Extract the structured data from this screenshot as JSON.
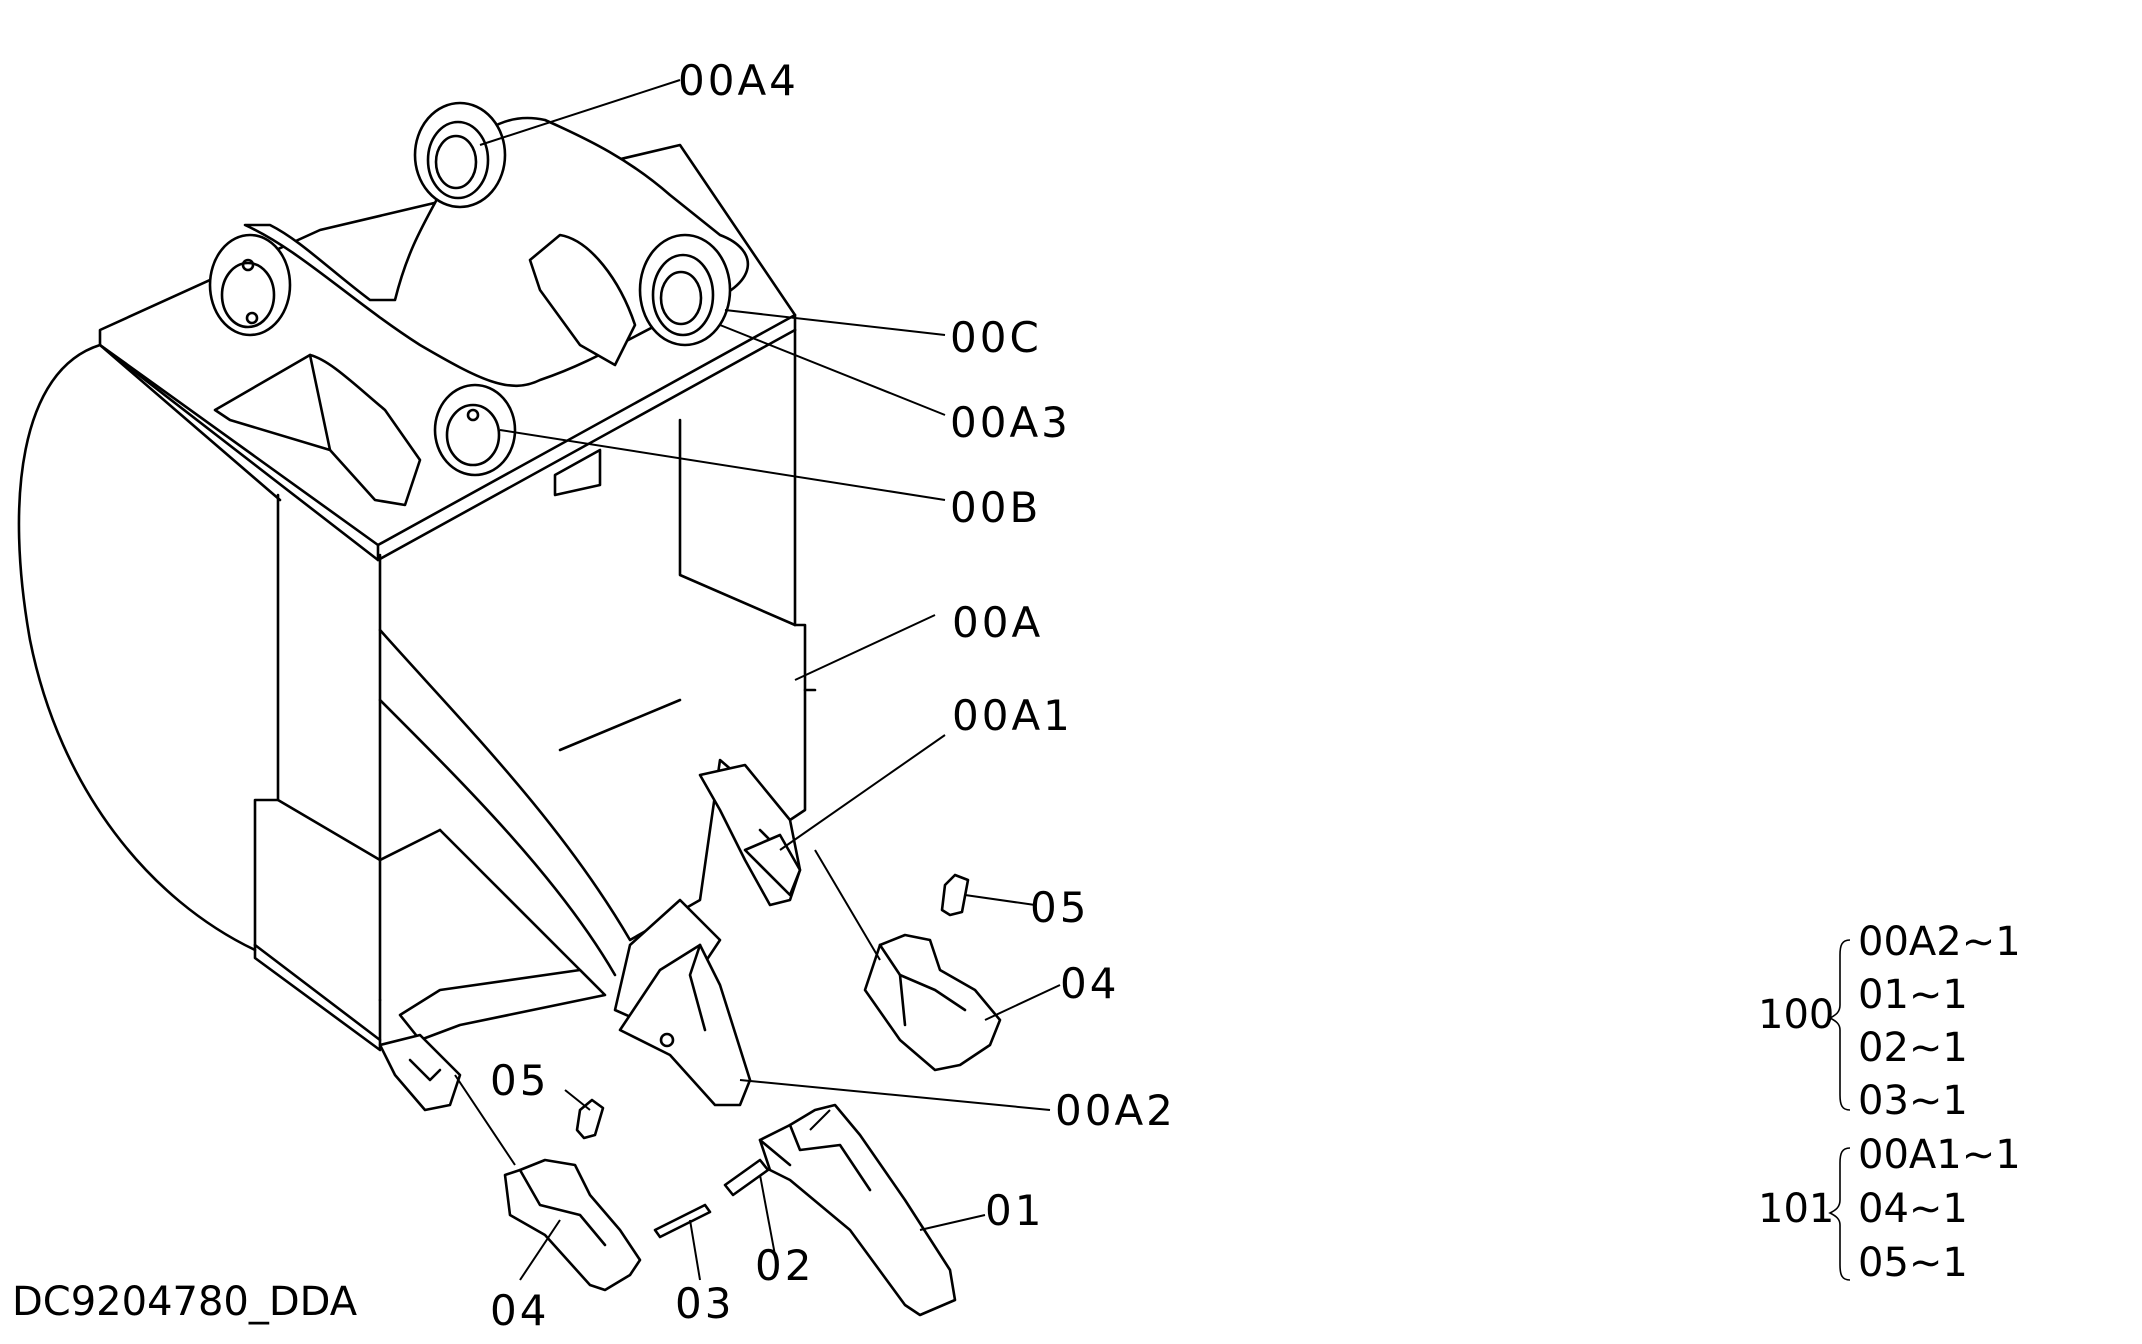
{
  "document_id": "DC9204780_DDA",
  "callouts": {
    "c00A4": "00A4",
    "c00C": "00C",
    "c00A3": "00A3",
    "c00B": "00B",
    "c00A": "00A",
    "c00A1": "00A1",
    "c05a": "05",
    "c04a": "04",
    "c00A2": "00A2",
    "c05b": "05",
    "c01": "01",
    "c02": "02",
    "c03": "03",
    "c04b": "04"
  },
  "kits": [
    {
      "id": "100",
      "items": [
        "00A2∼1",
        "01∼1",
        "02∼1",
        "03∼1"
      ]
    },
    {
      "id": "101",
      "items": [
        "00A1∼1",
        "04∼1",
        "05∼1"
      ]
    }
  ]
}
